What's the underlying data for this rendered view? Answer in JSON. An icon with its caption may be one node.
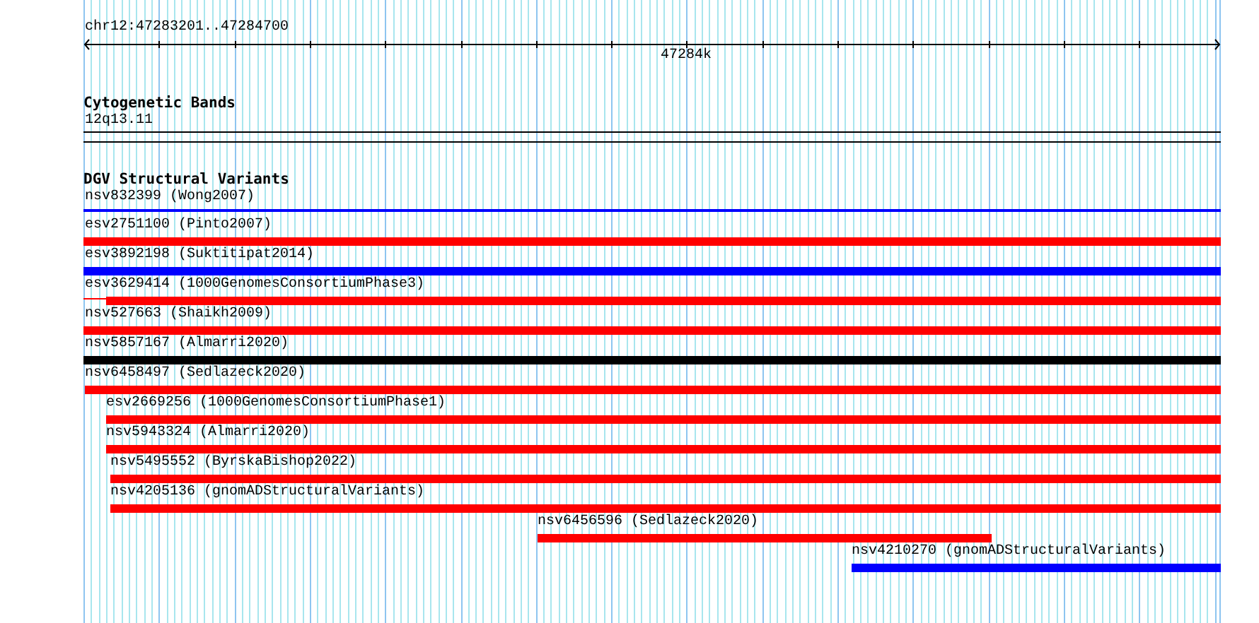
{
  "diagram": {
    "nodes": [
      {
        "text": [
          "nsv832399 (Wong2007)"
        ]
      },
      {
        "text": [
          "esv2751100 (Pinto2007)"
        ]
      },
      {
        "text": [
          "esv3892198 (Suktitipat2014)"
        ]
      },
      {
        "text": [
          "esv3629414 (1000GenomesConsortiumPhase3)"
        ]
      },
      {
        "text": [
          "nsv527663 (Shaikh2009)"
        ]
      },
      {
        "text": [
          "nsv5857167 (Almarri2020)"
        ]
      },
      {
        "text": [
          "nsv6458497 (Sedlazeck2020)"
        ]
      },
      {
        "text": [
          "esv2669256 (1000GenomesConsortiumPhase1)"
        ]
      },
      {
        "text": [
          "nsv5943324 (Almarri2020)"
        ]
      },
      {
        "text": [
          "nsv5495552 (ByrskaBishop2022)"
        ]
      },
      {
        "text": [
          "nsv4205136 (gnomADStructuralVariants)"
        ]
      },
      {
        "text": [
          "nsv6456596 (Sedlazeck2020)"
        ]
      },
      {
        "text": [
          "nsv4210270 (gnomADStructuralVariants)"
        ]
      }
    ],
    "labels": [
      "chr12:47283201..47284700",
      "47284k",
      "Cytogenetic Bands",
      "12q13.11",
      "DGV Structural Variants"
    ]
  }
}
